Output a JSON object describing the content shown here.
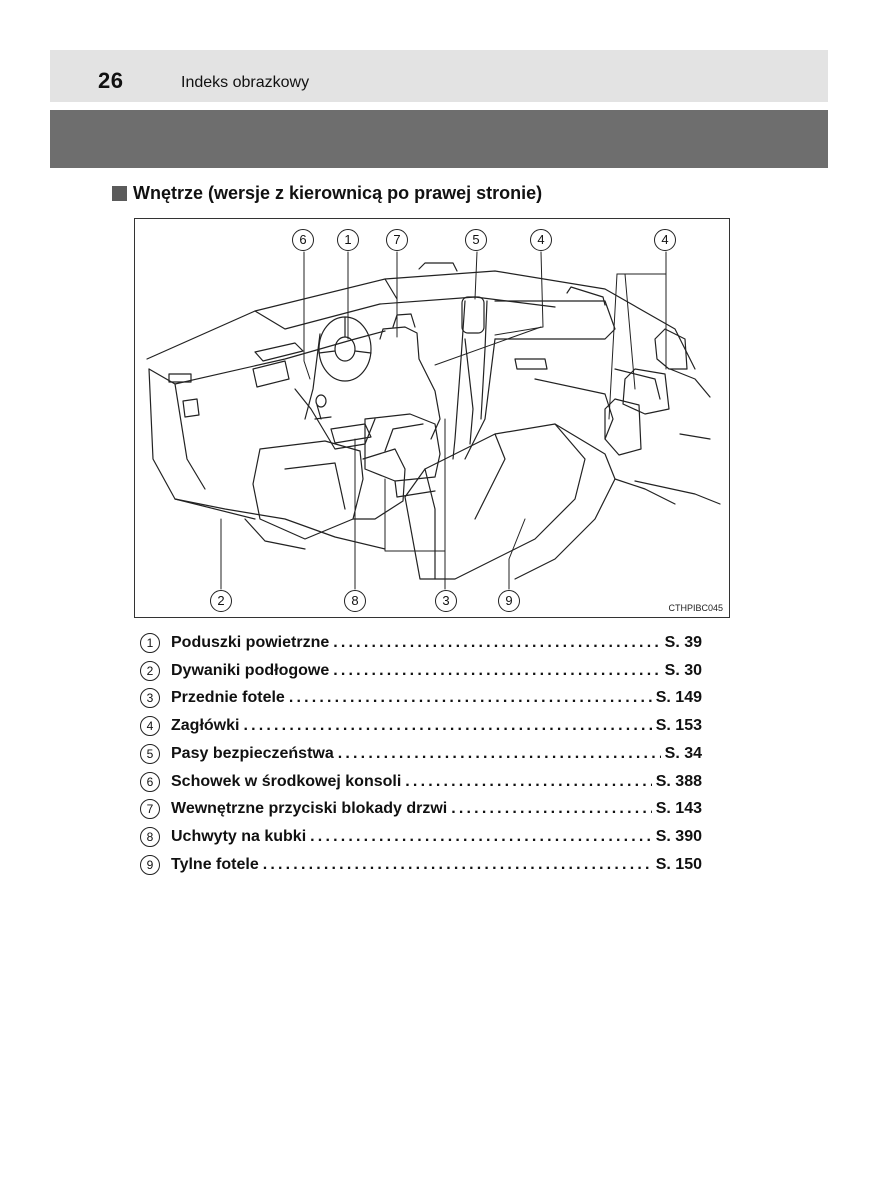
{
  "header": {
    "page_number": "26",
    "section_title": "Indeks obrazkowy"
  },
  "section": {
    "heading": "Wnętrze (wersje z kierownicą po prawej stronie)"
  },
  "figure": {
    "code": "CTHPIBC045",
    "callouts": [
      "6",
      "1",
      "7",
      "5",
      "4",
      "4",
      "2",
      "8",
      "3",
      "9"
    ]
  },
  "legend": {
    "dots": "......................................................................................................",
    "items": [
      {
        "num": "1",
        "label": "Poduszki powietrzne",
        "page": "S. 39"
      },
      {
        "num": "2",
        "label": "Dywaniki podłogowe",
        "page": "S. 30"
      },
      {
        "num": "3",
        "label": "Przednie fotele",
        "page": "S. 149"
      },
      {
        "num": "4",
        "label": "Zagłówki",
        "page": "S. 153"
      },
      {
        "num": "5",
        "label": "Pasy bezpieczeństwa",
        "page": "S. 34"
      },
      {
        "num": "6",
        "label": "Schowek w środkowej konsoli",
        "page": "S. 388"
      },
      {
        "num": "7",
        "label": "Wewnętrzne przyciski blokady drzwi",
        "page": "S. 143"
      },
      {
        "num": "8",
        "label": "Uchwyty na kubki",
        "page": "S. 390"
      },
      {
        "num": "9",
        "label": "Tylne fotele",
        "page": "S. 150"
      }
    ]
  }
}
